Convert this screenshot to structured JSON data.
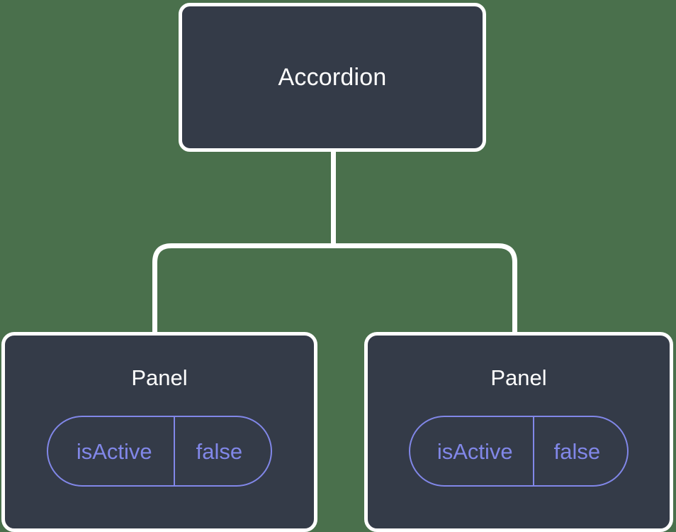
{
  "diagram": {
    "type": "component-tree",
    "background_color": "#4a704c",
    "node_fill_color": "#343b48",
    "node_border_color": "#ffffff",
    "connector_color": "#ffffff",
    "prop_accent_color": "#8187e8",
    "root": {
      "label": "Accordion"
    },
    "children": [
      {
        "label": "Panel",
        "props": [
          {
            "key": "isActive",
            "value": "false"
          }
        ]
      },
      {
        "label": "Panel",
        "props": [
          {
            "key": "isActive",
            "value": "false"
          }
        ]
      }
    ]
  }
}
